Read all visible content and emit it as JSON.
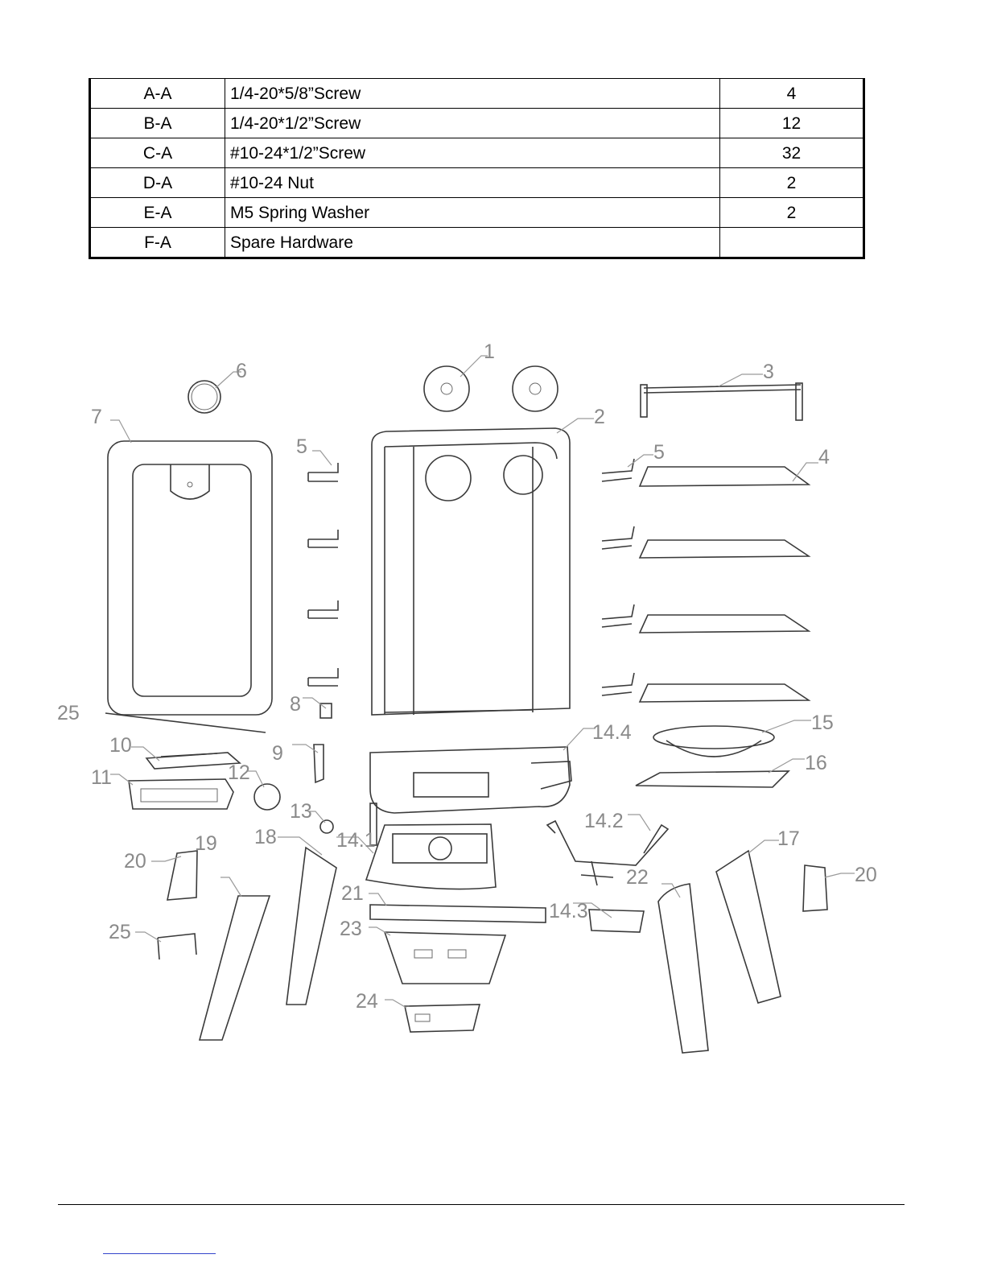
{
  "hardware_table": {
    "rows": [
      {
        "code": "A-A",
        "description": "1/4-20*5/8”Screw",
        "qty": "4"
      },
      {
        "code": "B-A",
        "description": "1/4-20*1/2”Screw",
        "qty": "12"
      },
      {
        "code": "C-A",
        "description": "#10-24*1/2”Screw",
        "qty": "32"
      },
      {
        "code": "D-A",
        "description": "#10-24 Nut",
        "qty": "2"
      },
      {
        "code": "E-A",
        "description": "M5 Spring Washer",
        "qty": "2"
      },
      {
        "code": "F-A",
        "description": "Spare Hardware",
        "qty": ""
      }
    ]
  },
  "part_labels": {
    "p1": "1",
    "p2": "2",
    "p3": "3",
    "p4": "4",
    "p5a": "5",
    "p5b": "5",
    "p6": "6",
    "p7": "7",
    "p8": "8",
    "p9": "9",
    "p10": "10",
    "p11": "11",
    "p12": "12",
    "p13": "13",
    "p14_1": "14.1",
    "p14_2": "14.2",
    "p14_3": "14.3",
    "p14_4": "14.4",
    "p15": "15",
    "p16": "16",
    "p17": "17",
    "p18": "18",
    "p19": "19",
    "p20a": "20",
    "p20b": "20",
    "p21": "21",
    "p22": "22",
    "p23": "23",
    "p24": "24",
    "p25a": "25",
    "p25b": "25"
  }
}
